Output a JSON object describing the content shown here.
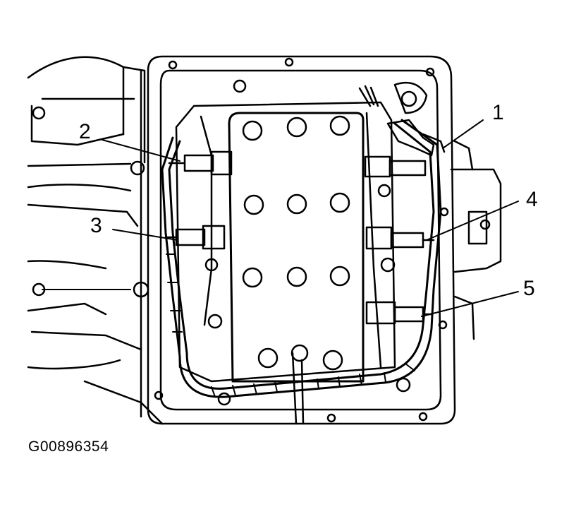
{
  "diagram": {
    "callouts": [
      {
        "number": "1",
        "part": "solenoid-connector-1"
      },
      {
        "number": "2",
        "part": "solenoid-connector-2"
      },
      {
        "number": "3",
        "part": "solenoid-connector-3"
      },
      {
        "number": "4",
        "part": "solenoid-connector-4"
      },
      {
        "number": "5",
        "part": "solenoid-connector-5"
      }
    ],
    "figure_id": "G00896354"
  }
}
